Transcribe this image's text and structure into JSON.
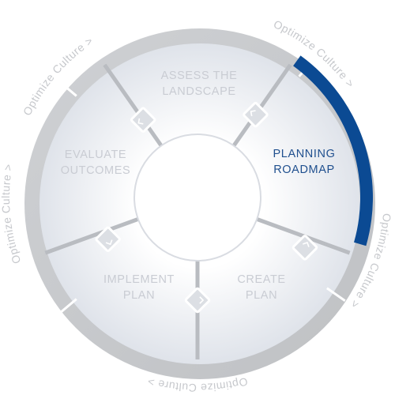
{
  "diagram": {
    "segments": [
      {
        "id": "assess",
        "lines": [
          "ASSESS THE",
          "LANDSCAPE"
        ],
        "active": false
      },
      {
        "id": "planning",
        "lines": [
          "PLANNING",
          "ROADMAP"
        ],
        "active": true
      },
      {
        "id": "create",
        "lines": [
          "CREATE",
          "PLAN"
        ],
        "active": false
      },
      {
        "id": "implement",
        "lines": [
          "IMPLEMENT",
          "PLAN"
        ],
        "active": false
      },
      {
        "id": "evaluate",
        "lines": [
          "EVALUATE",
          "OUTCOMES"
        ],
        "active": false
      }
    ],
    "outer_label": "Optimize Culture",
    "outer_chevron": ">",
    "colors": {
      "ring": "#c6c8cb",
      "ring_dark": "#b8babd",
      "segment_fill": "#e4e7ee",
      "segment_divider": "#b9bcc1",
      "accent": "#0b4a93",
      "label_muted": "#c9ccd3",
      "label_active": "#1f4f8e",
      "hub": "#ffffff"
    }
  }
}
